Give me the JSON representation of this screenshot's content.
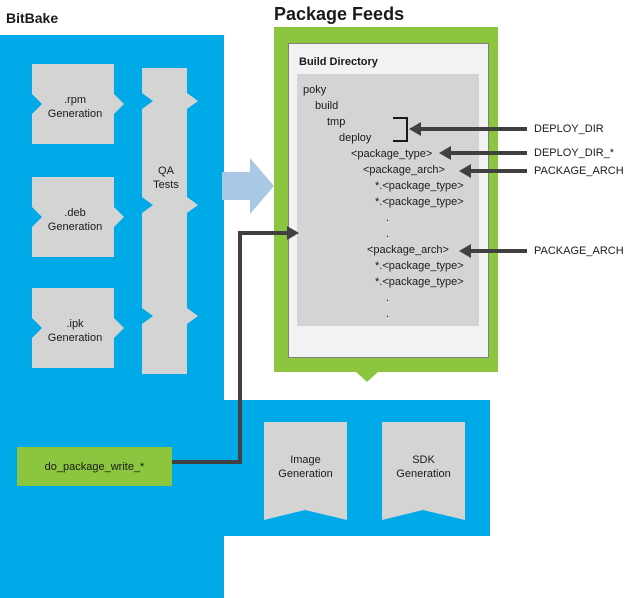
{
  "bitbake": {
    "title": "BitBake"
  },
  "feeds": {
    "title": "Package Feeds",
    "build_directory": "Build Directory"
  },
  "generators": [
    {
      "line1": ".rpm",
      "line2": "Generation"
    },
    {
      "line1": ".deb",
      "line2": "Generation"
    },
    {
      "line1": ".ipk",
      "line2": "Generation"
    }
  ],
  "qa": {
    "line1": "QA",
    "line2": "Tests"
  },
  "package_write": "do_package_write_*",
  "bottom": [
    {
      "line1": "Image",
      "line2": "Generation"
    },
    {
      "line1": "SDK",
      "line2": "Generation"
    }
  ],
  "tree": [
    "poky",
    "build",
    "tmp",
    "deploy",
    "<package_type>",
    "<package_arch>",
    "*.<package_type>",
    "*.<package_type>",
    ".",
    ".",
    "<package_arch>",
    "*.<package_type>",
    "*.<package_type>",
    ".",
    "."
  ],
  "side_labels": {
    "deploy_dir": "DEPLOY_DIR",
    "deploy_dir_star": "DEPLOY_DIR_*",
    "package_arch_1": "PACKAGE_ARCH",
    "package_arch_2": "PACKAGE_ARCH"
  },
  "colors": {
    "blue": "#00a9e8",
    "green": "#8cc63f",
    "gray_shape": "#d4d4d4",
    "arrow": "#404040"
  }
}
